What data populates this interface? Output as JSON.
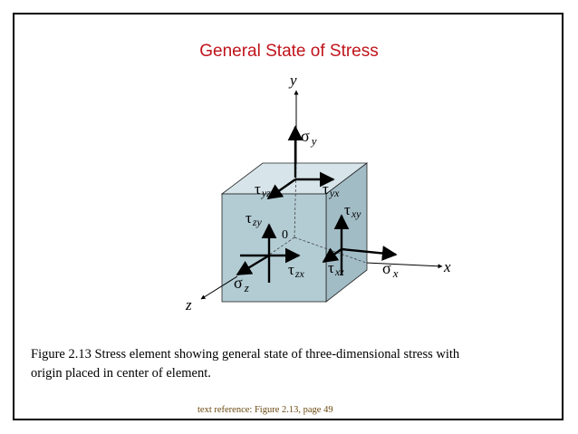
{
  "title": "General State of Stress",
  "axes": {
    "x": "x",
    "y": "y",
    "z": "z",
    "origin": "0"
  },
  "labels": {
    "sigma": "σ",
    "tau": "τ",
    "sub_y": "y",
    "sub_x": "x",
    "sub_z": "z",
    "sub_yz": "yz",
    "sub_yx": "yx",
    "sub_zy": "zy",
    "sub_xy": "xy",
    "sub_zx": "zx",
    "sub_xz": "xz"
  },
  "caption": {
    "line1": "Figure 2.13  Stress element showing general state of three-dimensional stress with",
    "line2": "origin placed in center of element."
  },
  "reference": "text reference:  Figure 2.13,  page 49",
  "colors": {
    "title": "#c0141c",
    "cube_front": "#b3ccd4",
    "cube_top": "#d7e5ea",
    "cube_side": "#a2bcc6",
    "reference": "#6b4a10"
  }
}
